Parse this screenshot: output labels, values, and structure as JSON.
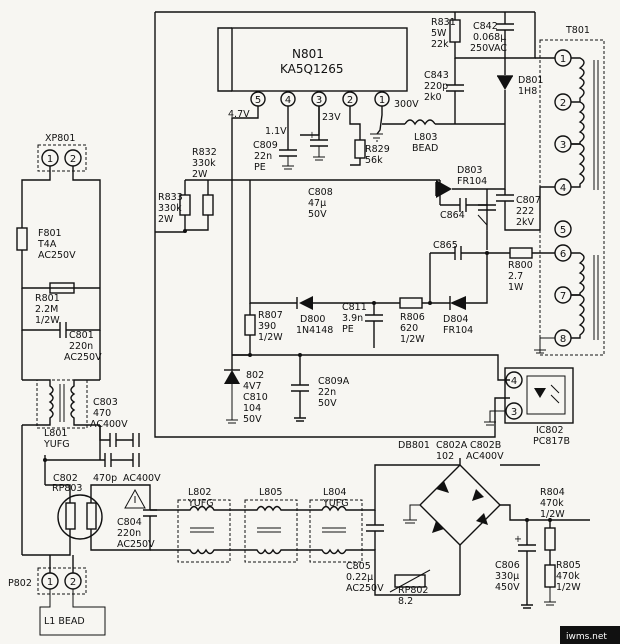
{
  "ic": {
    "ref": "N801",
    "part": "KA5Q1265",
    "pins": [
      "5",
      "4",
      "3",
      "2",
      "1"
    ],
    "v_pin5": "4.7V",
    "v_pin4": "1.1V",
    "v_pin3": "23V",
    "v_pin1": "300V"
  },
  "optocoupler": {
    "ref": "IC802",
    "part": "PC817B",
    "pins": [
      "4",
      "3"
    ]
  },
  "transformer": {
    "ref": "T801",
    "pins": [
      "1",
      "2",
      "3",
      "4",
      "5",
      "6",
      "7",
      "8"
    ]
  },
  "connectors": {
    "xp801": {
      "ref": "XP801",
      "pins": [
        "1",
        "2"
      ]
    },
    "p802": {
      "ref": "P802",
      "pins": [
        "1",
        "2"
      ],
      "note": "L1 BEAD"
    }
  },
  "components": {
    "r831": {
      "ref": "R831",
      "v1": "5W",
      "v2": "22k"
    },
    "c842": {
      "ref": "C842",
      "v1": "0.068μ",
      "v2": "250VAC"
    },
    "c843": {
      "ref": "C843",
      "v1": "220p",
      "v2": "2k0"
    },
    "d801": {
      "ref": "D801",
      "v1": "1H8"
    },
    "l803": {
      "ref": "L803",
      "v1": "BEAD"
    },
    "r829": {
      "ref": "R829",
      "v1": "56k"
    },
    "c809": {
      "ref": "C809",
      "v1": "22n",
      "v2": "PE"
    },
    "r832": {
      "ref": "R832",
      "v1": "330k",
      "v2": "2W"
    },
    "r833": {
      "ref": "R833",
      "v1": "330k",
      "v2": "2W"
    },
    "c808": {
      "ref": "C808",
      "v1": "47μ",
      "v2": "50V"
    },
    "d803": {
      "ref": "D803",
      "v1": "FR104"
    },
    "c864": {
      "ref": "C864"
    },
    "c807": {
      "ref": "C807",
      "v1": "222",
      "v2": "2kV"
    },
    "c865": {
      "ref": "C865"
    },
    "r800": {
      "ref": "R800",
      "v1": "2.7",
      "v2": "1W"
    },
    "r807": {
      "ref": "R807",
      "v1": "390",
      "v2": "1/2W"
    },
    "d800": {
      "ref": "D800",
      "v1": "1N4148"
    },
    "c811": {
      "ref": "C811",
      "v1": "3.9n",
      "v2": "PE"
    },
    "r806": {
      "ref": "R806",
      "v1": "620",
      "v2": "1/2W"
    },
    "d804": {
      "ref": "D804",
      "v1": "FR104"
    },
    "z802": {
      "ref": "802",
      "v1": "4V7"
    },
    "c810": {
      "ref": "C810",
      "v1": "104",
      "v2": "50V"
    },
    "c809a": {
      "ref": "C809A",
      "v1": "22n",
      "v2": "50V"
    },
    "f801": {
      "ref": "F801",
      "v1": "T4A",
      "v2": "AC250V"
    },
    "r801": {
      "ref": "R801",
      "v1": "2.2M",
      "v2": "1/2W"
    },
    "c801": {
      "ref": "C801",
      "v1": "220n",
      "v2": "AC250V"
    },
    "c803": {
      "ref": "C803",
      "v1": "470",
      "v2": "AC400V"
    },
    "l801": {
      "ref": "L801",
      "v1": "YUFG"
    },
    "c802": {
      "ref": "C802",
      "v1": "470p",
      "v2": "AC400V"
    },
    "rp803": {
      "ref": "RP803"
    },
    "c804": {
      "ref": "C804",
      "v1": "220n",
      "v2": "AC250V"
    },
    "l802": {
      "ref": "L802",
      "v1": "YUFG"
    },
    "l805": {
      "ref": "L805"
    },
    "l804": {
      "ref": "L804",
      "v1": "YUFG"
    },
    "c805": {
      "ref": "C805",
      "v1": "0.22μ",
      "v2": "AC250V"
    },
    "rp802": {
      "ref": "RP802",
      "v1": "8.2"
    },
    "db801": {
      "ref": "DB801"
    },
    "c802a": {
      "ref": "C802A",
      "v1": "102"
    },
    "c802b": {
      "ref": "C802B",
      "v1": "AC400V"
    },
    "c806": {
      "ref": "C806",
      "v1": "330μ",
      "v2": "450V"
    },
    "r804": {
      "ref": "R804",
      "v1": "470k",
      "v2": "1/2W"
    },
    "r805": {
      "ref": "R805",
      "v1": "470k",
      "v2": "1/2W"
    }
  },
  "watermark": "iwms.net"
}
